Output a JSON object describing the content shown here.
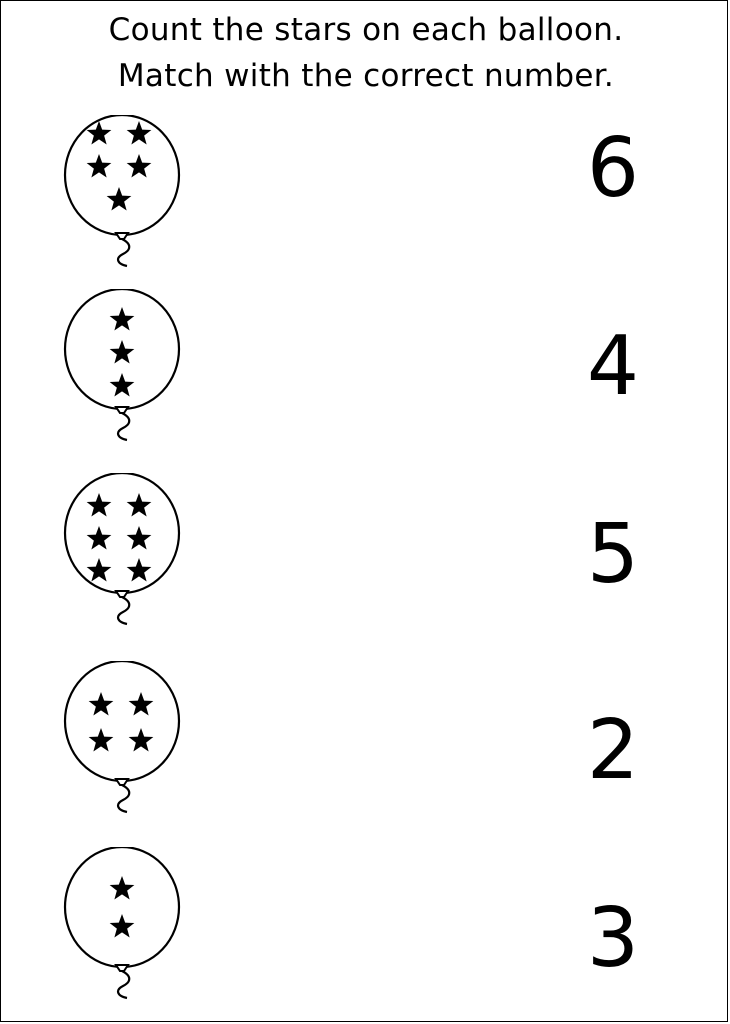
{
  "worksheet": {
    "instructions": [
      "Count the stars on each balloon.",
      "Match with the correct number."
    ],
    "balloons": [
      {
        "star_count": 5
      },
      {
        "star_count": 3
      },
      {
        "star_count": 6
      },
      {
        "star_count": 4
      },
      {
        "star_count": 2
      }
    ],
    "numbers": [
      "6",
      "4",
      "5",
      "2",
      "3"
    ]
  },
  "colors": {
    "ink": "#000000",
    "paper": "#ffffff"
  },
  "icons": {
    "balloon": "balloon-icon",
    "star": "star-icon"
  }
}
